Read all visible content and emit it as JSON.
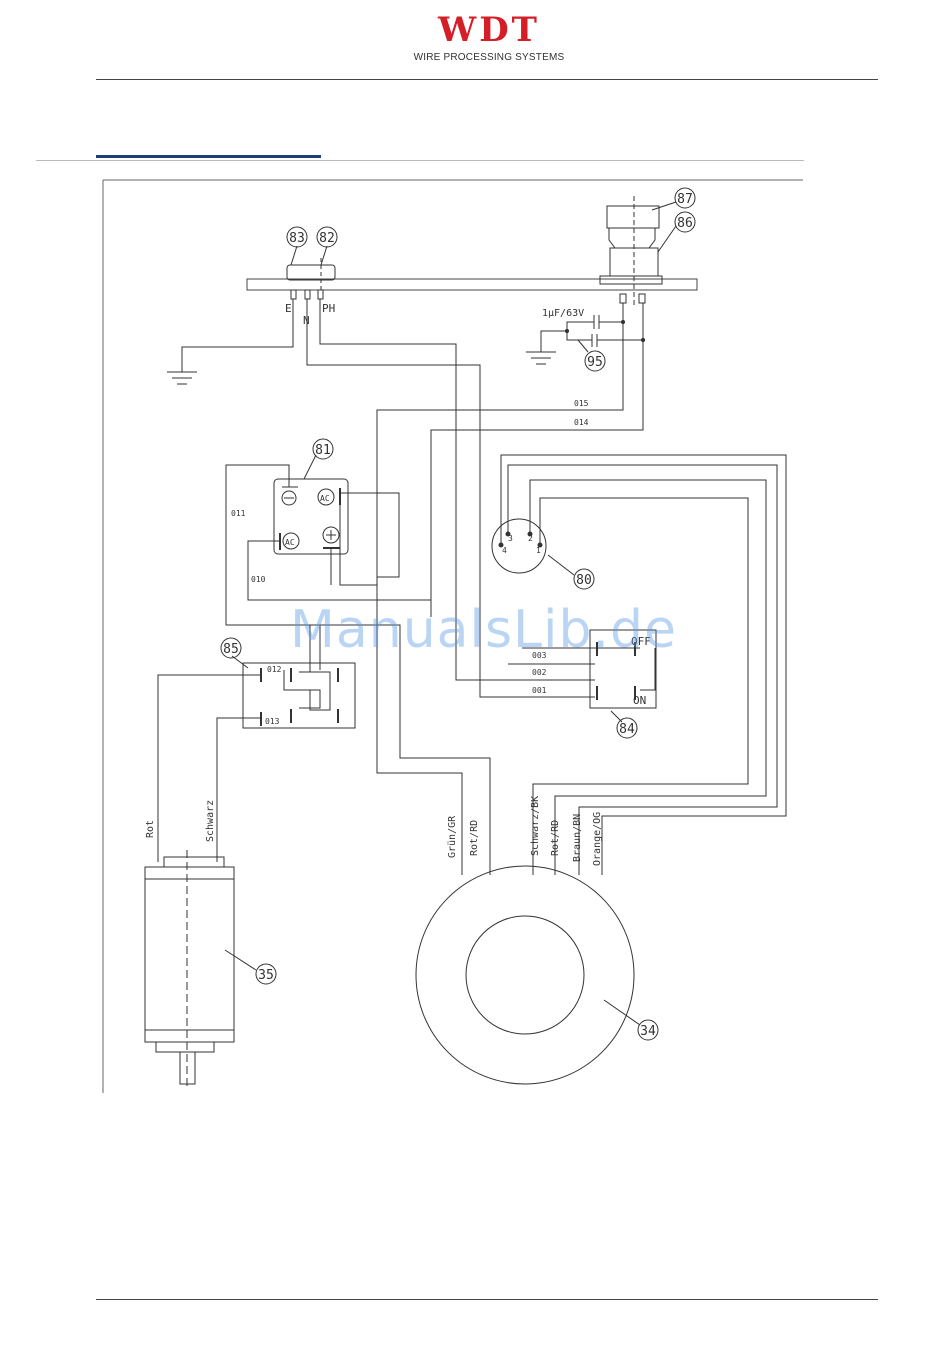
{
  "header": {
    "logo_text": "WDT",
    "logo_subtitle": "WIRE PROCESSING SYSTEMS",
    "brand_color": "#d41f26"
  },
  "watermark": "ManualsLib.de",
  "callouts": {
    "c83": "83",
    "c82": "82",
    "c87": "87",
    "c86": "86",
    "c95": "95",
    "c81": "81",
    "c80": "80",
    "c85": "85",
    "c84": "84",
    "c35": "35",
    "c34": "34"
  },
  "terminals": {
    "e": "E",
    "n": "N",
    "ph": "PH"
  },
  "capacitor_label": "1µF/63V",
  "wire_numbers": {
    "w015": "015",
    "w014": "014",
    "w011": "011",
    "w010": "010",
    "w012": "012",
    "w013": "013",
    "w003": "003",
    "w002": "002",
    "w001": "001"
  },
  "relay_labels": {
    "ac_top": "AC",
    "ac_left": "AC"
  },
  "connector_pins": {
    "p3": "3",
    "p2": "2",
    "p4": "4",
    "p1": "1"
  },
  "switch_labels": {
    "off": "OFF",
    "on": "ON"
  },
  "motor_wires": {
    "rot": "Rot",
    "schwarz": "Schwarz"
  },
  "toroid_wires": [
    "Grün/GR",
    "Rot/RD",
    "Schwarz/BK",
    "Rot/RD",
    "Braun/BN",
    "Orange/OG"
  ]
}
